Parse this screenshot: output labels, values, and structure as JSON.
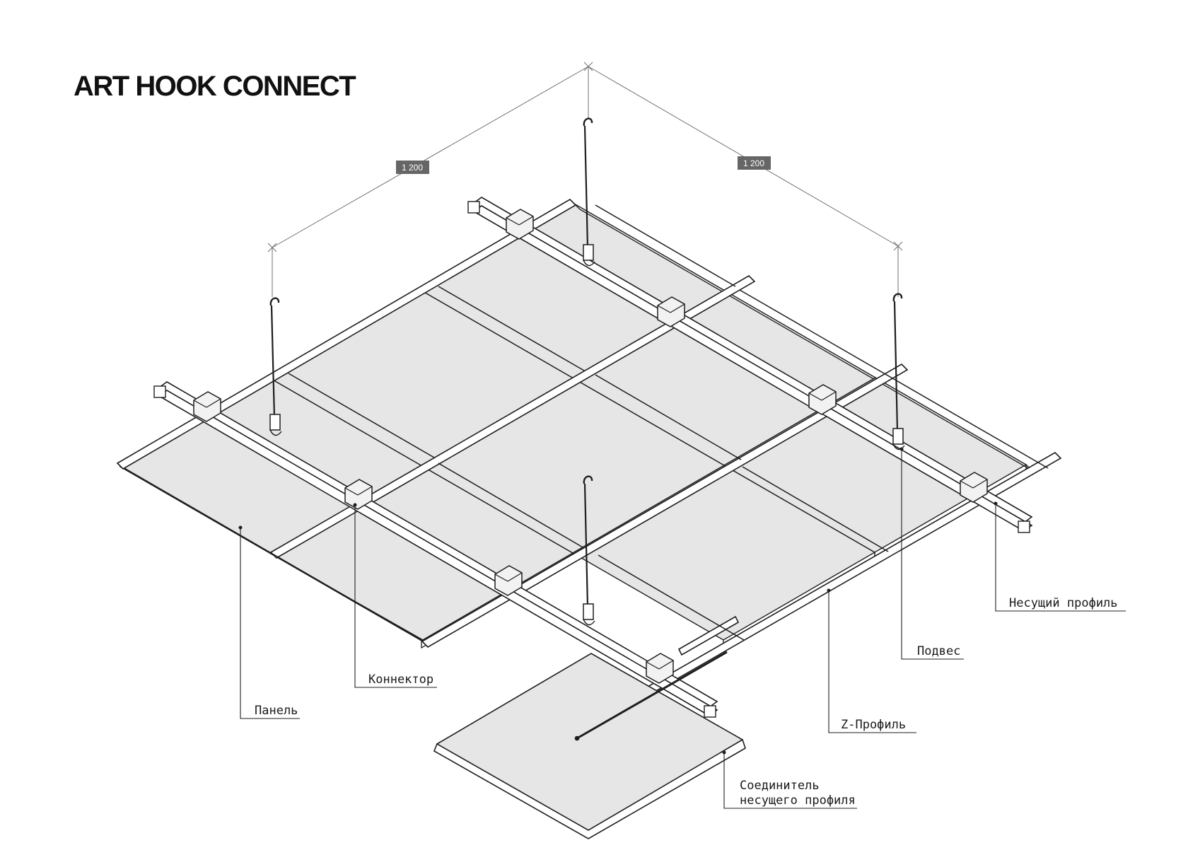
{
  "title": "ART HOOK CONNECT",
  "dimensions": {
    "left": "1 200",
    "right": "1 200"
  },
  "labels": {
    "panel": "Панель",
    "connector": "Коннектор",
    "z_profile": "Z-Профиль",
    "hanger": "Подвес",
    "carrier_profile": "Несущий профиль",
    "carrier_joiner_line1": "Соединитель",
    "carrier_joiner_line2": "несущего профиля"
  },
  "colors": {
    "panel_fill": "#e6e6e6",
    "line": "#1e1e1e",
    "dim_line": "#707070",
    "dim_tag": "#666666"
  }
}
